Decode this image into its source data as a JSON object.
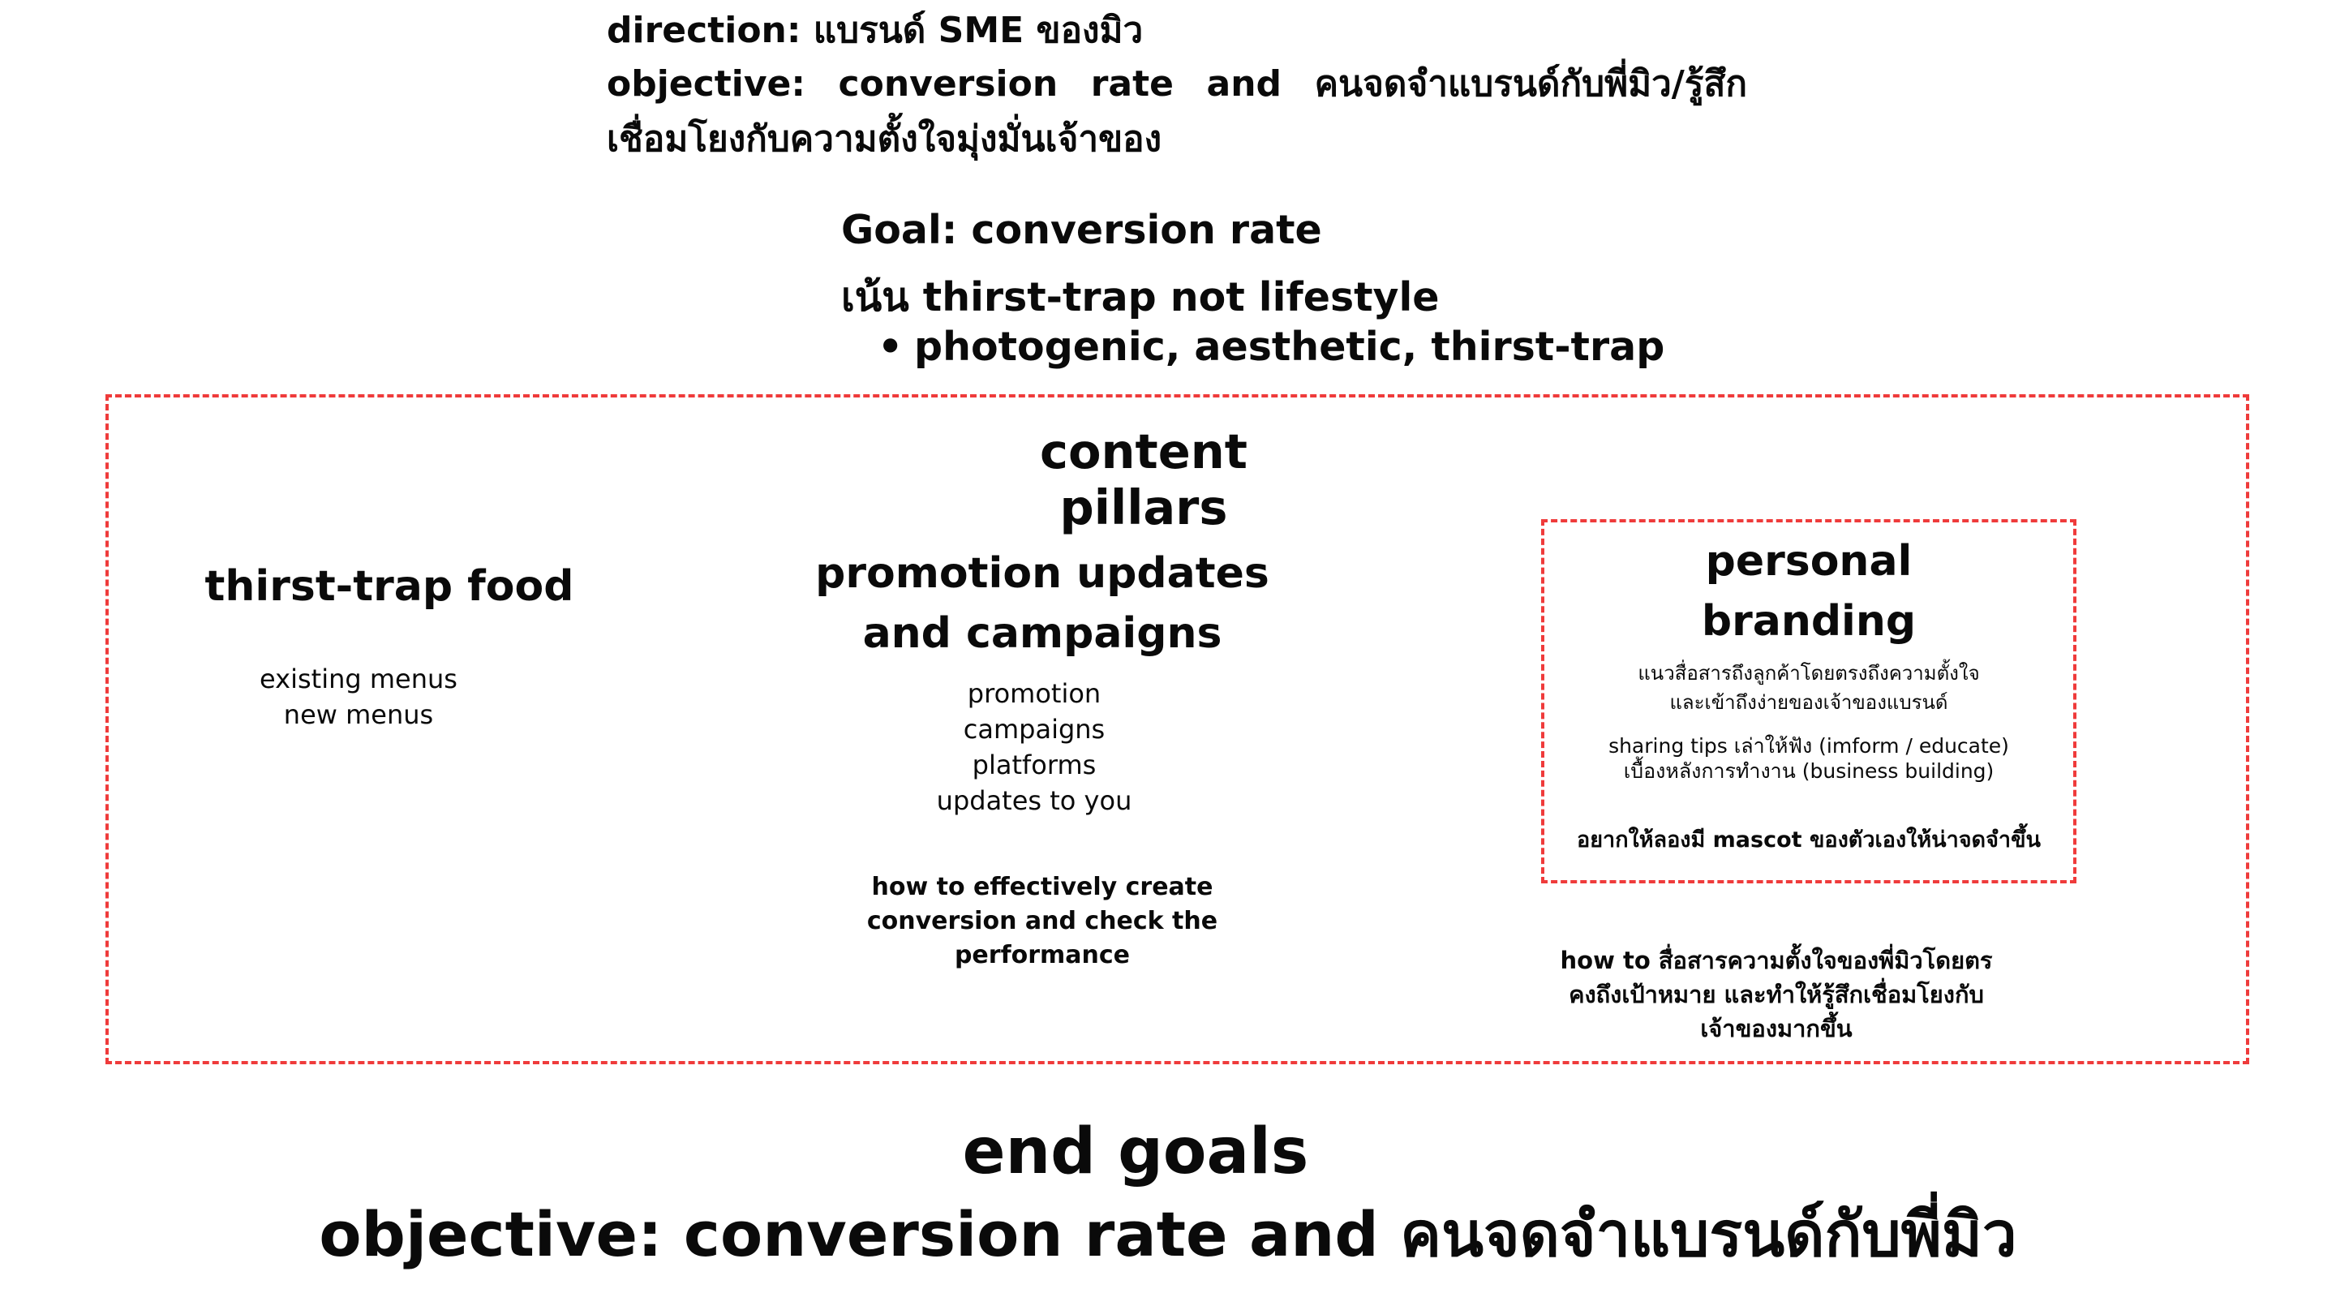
{
  "header": {
    "direction": "direction: แบรนด์ SME ของมิว",
    "objective_line1": "objective: conversion rate and คนจดจำแบรนด์กับพี่มิว/รู้สึก",
    "objective_line2": "เชื่อมโยงกับความตั้งใจมุ่งมั่นเจ้าของ"
  },
  "goal": {
    "goal_text": "Goal: conversion rate",
    "focus_text": "เน้น thirst-trap not lifestyle",
    "bullet": "photogenic, aesthetic, thirst-trap"
  },
  "content_pillars": {
    "title": "content pillars",
    "pillars": [
      {
        "title_lines": [
          "thirst-trap food"
        ],
        "items": [
          "existing menus",
          "new menus"
        ]
      },
      {
        "title_lines": [
          "promotion updates",
          "and campaigns"
        ],
        "items": [
          "promotion",
          "campaigns",
          "platforms",
          "updates to you"
        ],
        "note_lines": [
          "how to effectively create",
          "conversion and check the",
          "performance"
        ]
      },
      {
        "title_lines": [
          "personal",
          "branding"
        ],
        "desc_lines": [
          "แนวสื่อสารถึงลูกค้าโดยตรงถึงความตั้งใจ",
          "และเข้าถึงง่ายของเจ้าของแบรนด์"
        ],
        "tips_lines": [
          "sharing tips เล่าให้ฟัง (imform / educate)",
          "เบื้องหลังการทำงาน (business building)"
        ],
        "mascot": "อยากให้ลองมี mascot ของตัวเองให้น่าจดจำขึ้น",
        "note_lines": [
          "how to สื่อสารความตั้งใจของพี่มิวโดยตร",
          "คงถึงเป้าหมาย และทำให้รู้สึกเชื่อมโยงกับ",
          "เจ้าของมากขึ้น"
        ]
      }
    ]
  },
  "end_goals": {
    "title": "end goals",
    "objective": "objective: conversion rate and คนจดจำแบรนด์กับพี่มิว"
  },
  "colors": {
    "frame_border": "#ef3b3b",
    "text": "#0a0a0a",
    "background": "#ffffff"
  }
}
